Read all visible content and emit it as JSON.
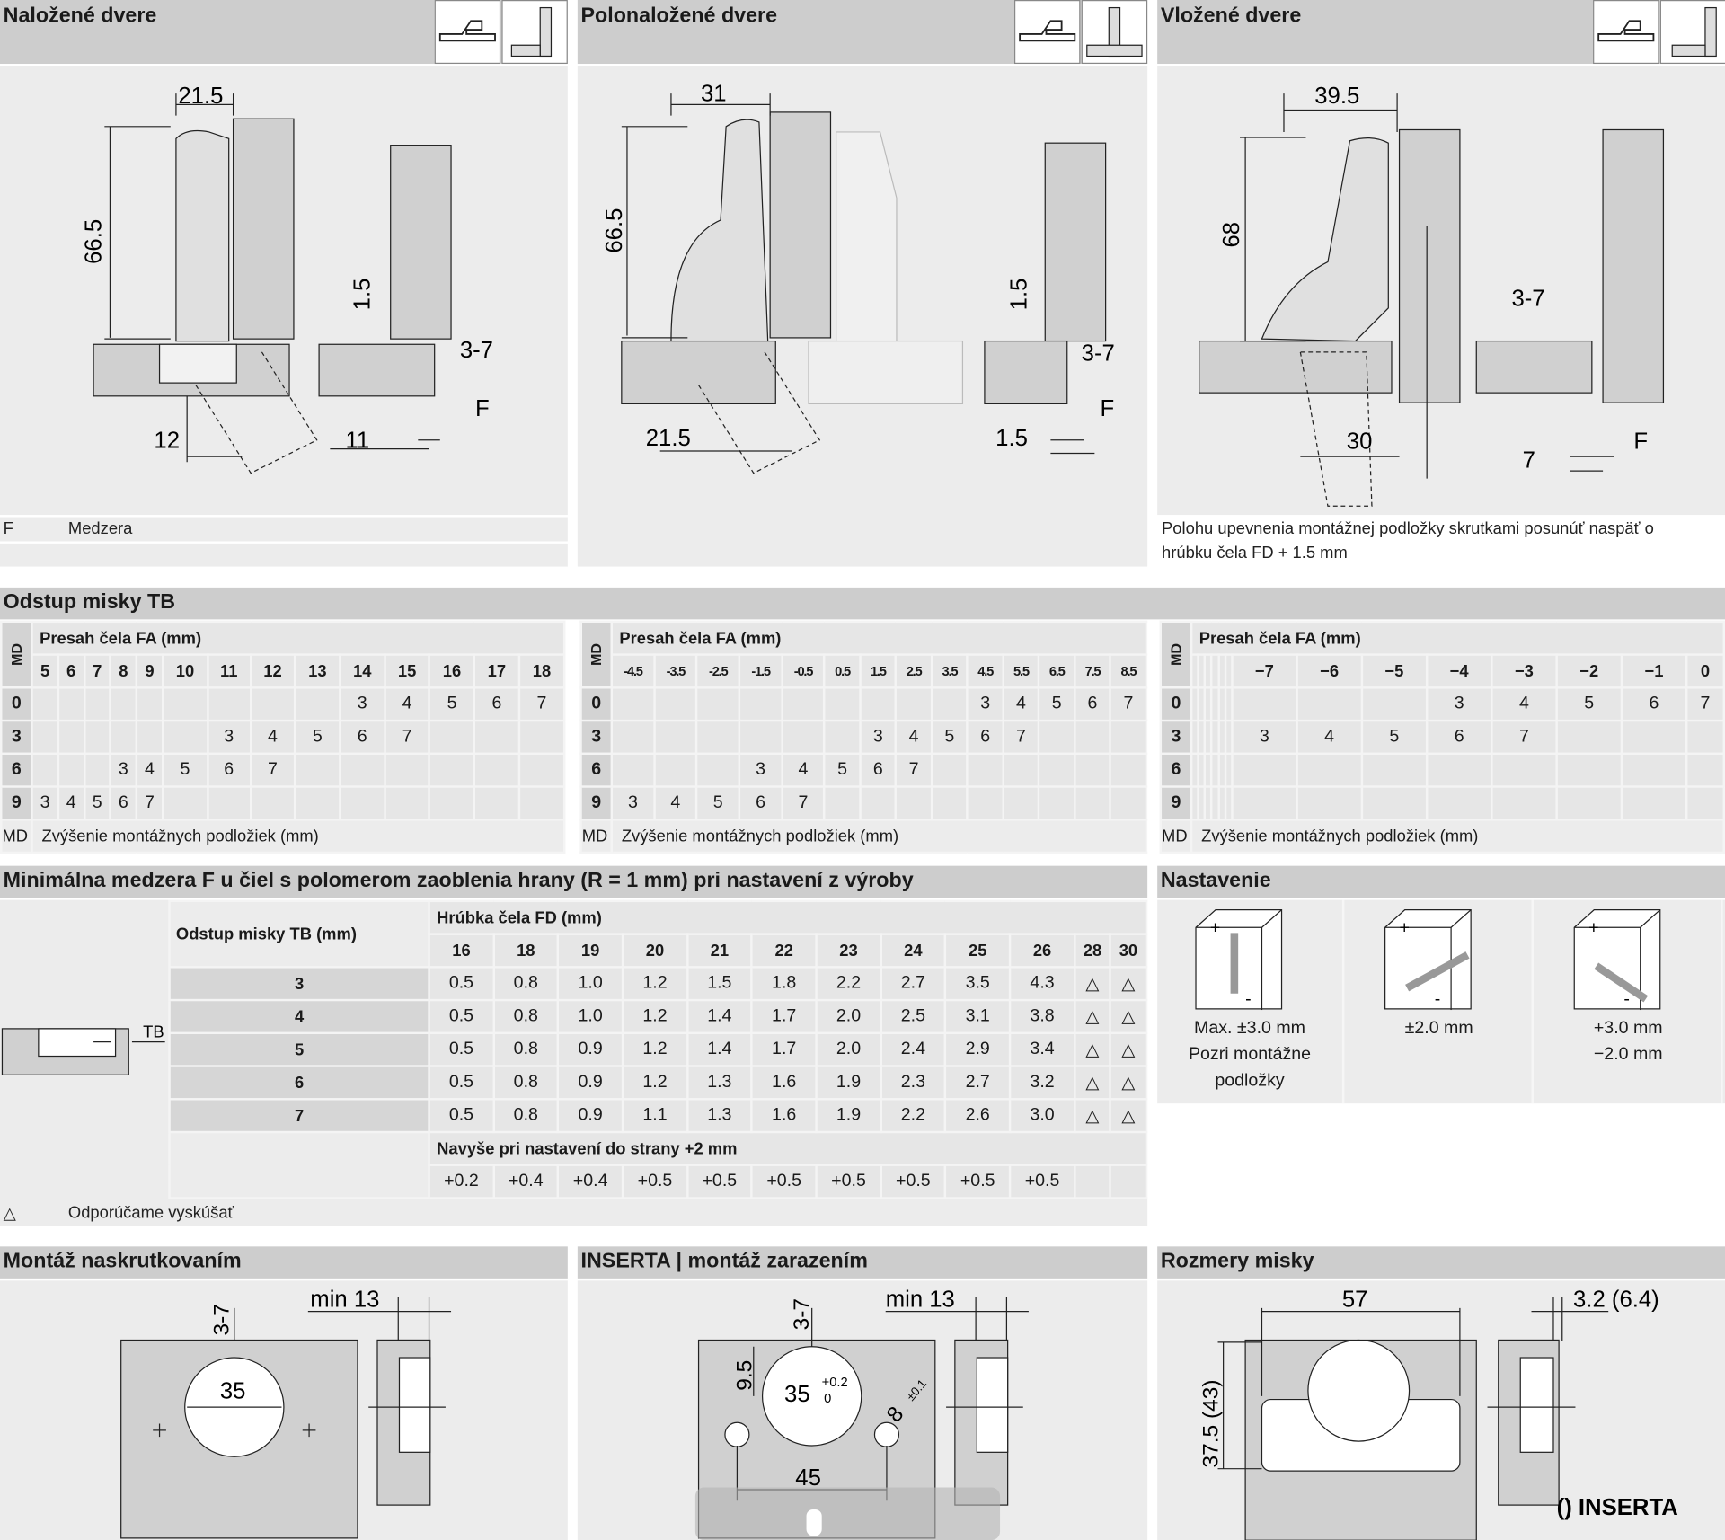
{
  "top": [
    {
      "title": "Naložené dvere",
      "dims": [
        "21.5",
        "66.5",
        "1.5",
        "3-7",
        "F",
        "12",
        "11"
      ],
      "caption_key": "F",
      "caption": "Medzera"
    },
    {
      "title": "Polonaložené dvere",
      "dims": [
        "31",
        "66.5",
        "1.5",
        "3-7",
        "F",
        "21.5",
        "1.5"
      ]
    },
    {
      "title": "Vložené dvere",
      "dims": [
        "39.5",
        "68",
        "3-7",
        "F",
        "30",
        "7"
      ],
      "caption": "Polohu upevnenia montážnej podložky skrutkami posunúť naspäť o hrúbku čela FD + 1.5 mm"
    }
  ],
  "tb_section": {
    "title": "Odstup misky TB",
    "fa_label": "Presah čela FA (mm)",
    "md_label": "MD",
    "md_key": "MD",
    "md_caption": "Zvýšenie montážnych podložiek (mm)",
    "tables": [
      {
        "cols": [
          "5",
          "6",
          "7",
          "8",
          "9",
          "10",
          "11",
          "12",
          "13",
          "14",
          "15",
          "16",
          "17",
          "18"
        ],
        "rows": [
          {
            "md": "0",
            "v": [
              "",
              "",
              "",
              "",
              "",
              "",
              "",
              "",
              "",
              "3",
              "4",
              "5",
              "6",
              "7"
            ]
          },
          {
            "md": "3",
            "v": [
              "",
              "",
              "",
              "",
              "",
              "",
              "3",
              "4",
              "5",
              "6",
              "7",
              "",
              "",
              ""
            ]
          },
          {
            "md": "6",
            "v": [
              "",
              "",
              "",
              "3",
              "4",
              "5",
              "6",
              "7",
              "",
              "",
              "",
              "",
              "",
              ""
            ]
          },
          {
            "md": "9",
            "v": [
              "3",
              "4",
              "5",
              "6",
              "7",
              "",
              "",
              "",
              "",
              "",
              "",
              "",
              "",
              ""
            ]
          }
        ]
      },
      {
        "cols": [
          "-4.5",
          "-3.5",
          "-2.5",
          "-1.5",
          "-0.5",
          "0.5",
          "1.5",
          "2.5",
          "3.5",
          "4.5",
          "5.5",
          "6.5",
          "7.5",
          "8.5"
        ],
        "rows": [
          {
            "md": "0",
            "v": [
              "",
              "",
              "",
              "",
              "",
              "",
              "",
              "",
              "",
              "3",
              "4",
              "5",
              "6",
              "7"
            ]
          },
          {
            "md": "3",
            "v": [
              "",
              "",
              "",
              "",
              "",
              "",
              "3",
              "4",
              "5",
              "6",
              "7",
              "",
              "",
              ""
            ]
          },
          {
            "md": "6",
            "v": [
              "",
              "",
              "",
              "3",
              "4",
              "5",
              "6",
              "7",
              "",
              "",
              "",
              "",
              "",
              ""
            ]
          },
          {
            "md": "9",
            "v": [
              "3",
              "4",
              "5",
              "6",
              "7",
              "",
              "",
              "",
              "",
              "",
              "",
              "",
              "",
              ""
            ]
          }
        ]
      },
      {
        "cols": [
          "",
          "",
          "",
          "",
          "",
          "",
          "−7",
          "−6",
          "−5",
          "−4",
          "−3",
          "−2",
          "−1",
          "0"
        ],
        "rows": [
          {
            "md": "0",
            "v": [
              "",
              "",
              "",
              "",
              "",
              "",
              "",
              "",
              "",
              "3",
              "4",
              "5",
              "6",
              "7"
            ]
          },
          {
            "md": "3",
            "v": [
              "",
              "",
              "",
              "",
              "",
              "",
              "3",
              "4",
              "5",
              "6",
              "7",
              "",
              "",
              ""
            ]
          },
          {
            "md": "6",
            "v": [
              "",
              "",
              "",
              "",
              "",
              "",
              "",
              "",
              "",
              "",
              "",
              "",
              "",
              ""
            ]
          },
          {
            "md": "9",
            "v": [
              "",
              "",
              "",
              "",
              "",
              "",
              "",
              "",
              "",
              "",
              "",
              "",
              "",
              ""
            ]
          }
        ]
      }
    ]
  },
  "gap_section": {
    "title": "Minimálna medzera F u čiel s polomerom zaoblenia hrany (R = 1 mm) pri nastavení z výroby",
    "tb_label": "Odstup misky TB (mm)",
    "fd_label": "Hrúbka čela FD (mm)",
    "diagram_label": "TB",
    "cols": [
      "16",
      "18",
      "19",
      "20",
      "21",
      "22",
      "23",
      "24",
      "25",
      "26",
      "28",
      "30"
    ],
    "rows": [
      {
        "tb": "3",
        "v": [
          "0.5",
          "0.8",
          "1.0",
          "1.2",
          "1.5",
          "1.8",
          "2.2",
          "2.7",
          "3.5",
          "4.3",
          "△",
          "△"
        ]
      },
      {
        "tb": "4",
        "v": [
          "0.5",
          "0.8",
          "1.0",
          "1.2",
          "1.4",
          "1.7",
          "2.0",
          "2.5",
          "3.1",
          "3.8",
          "△",
          "△"
        ]
      },
      {
        "tb": "5",
        "v": [
          "0.5",
          "0.8",
          "0.9",
          "1.2",
          "1.4",
          "1.7",
          "2.0",
          "2.4",
          "2.9",
          "3.4",
          "△",
          "△"
        ]
      },
      {
        "tb": "6",
        "v": [
          "0.5",
          "0.8",
          "0.9",
          "1.2",
          "1.3",
          "1.6",
          "1.9",
          "2.3",
          "2.7",
          "3.2",
          "△",
          "△"
        ]
      },
      {
        "tb": "7",
        "v": [
          "0.5",
          "0.8",
          "0.9",
          "1.1",
          "1.3",
          "1.6",
          "1.9",
          "2.2",
          "2.6",
          "3.0",
          "△",
          "△"
        ]
      }
    ],
    "extra_label": "Navyše pri nastavení do strany +2 mm",
    "extra": [
      "+0.2",
      "+0.4",
      "+0.4",
      "+0.5",
      "+0.5",
      "+0.5",
      "+0.5",
      "+0.5",
      "+0.5",
      "+0.5",
      "",
      ""
    ],
    "note_key": "△",
    "note": "Odporúčame vyskúšať"
  },
  "adjust": {
    "title": "Nastavenie",
    "items": [
      {
        "lines": [
          "Max. ±3.0 mm",
          "Pozri montážne",
          "podložky"
        ],
        "plus": "+",
        "minus": "-"
      },
      {
        "lines": [
          "±2.0 mm"
        ],
        "plus": "+",
        "minus": "-"
      },
      {
        "lines": [
          "+3.0 mm",
          "−2.0 mm"
        ],
        "plus": "+",
        "minus": "-"
      }
    ]
  },
  "bottom": [
    {
      "title": "Montáž naskrutkovaním",
      "dims": [
        "3-7",
        "min 13",
        "35"
      ]
    },
    {
      "title": "INSERTA | montáž zarazením",
      "dims": [
        "3-7",
        "min 13",
        "9.5",
        "35",
        "+0.2",
        "0",
        "8",
        "±0.1",
        "45"
      ]
    },
    {
      "title": "Rozmery misky",
      "dims": [
        "57",
        "3.2 (6.4)",
        "37.5 (43)",
        "() INSERTA"
      ]
    }
  ]
}
